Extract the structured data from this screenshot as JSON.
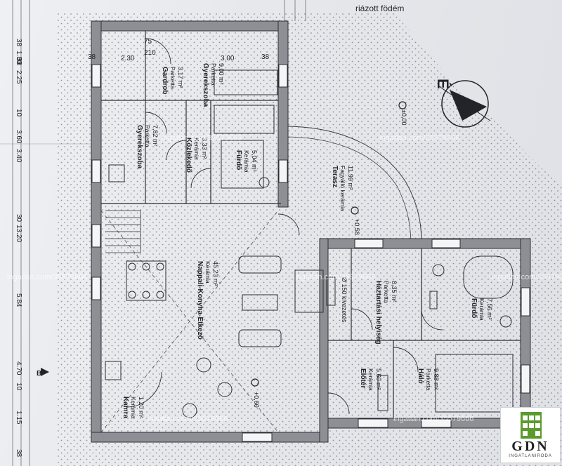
{
  "colors": {
    "wall": "#8e8f95",
    "line": "#3a3b40",
    "text": "#23242a",
    "hatch": "#50525a",
    "brand": "#5b9b2d"
  },
  "header_note": "riázott födém",
  "north_label": "É",
  "level_terrace": "±0,00",
  "level_step": "+0,58",
  "level_floor": "+0,60",
  "section_mark": "B",
  "watermark": "ingatlan.com/35579666",
  "rooms": [
    {
      "name": "Gardrob",
      "floor": "Parketta",
      "area": "3,17 m²"
    },
    {
      "name": "Gyerekszoba",
      "floor": "Parketta",
      "area": "9,00 m²"
    },
    {
      "name": "Gyerekszoba",
      "floor": "Parketta",
      "area": "7,82 m²"
    },
    {
      "name": "Közlekedő",
      "floor": "Kerámia",
      "area": "3,33 m²"
    },
    {
      "name": "Fürdő",
      "floor": "Kerámia",
      "area": "5,04 m²"
    },
    {
      "name": "Terasz",
      "floor": "Fagyálló kerámia",
      "area": "11,99 m²"
    },
    {
      "name": "Nappali-Konyha-Étkező",
      "floor": "Kerámia",
      "area": "45,23 m²"
    },
    {
      "name": "Háztartási helyiség",
      "floor": "Parketta",
      "area": "8,35 m²"
    },
    {
      "name": "Fürdő",
      "floor": "Kerámia",
      "area": "7,56 m²"
    },
    {
      "name": "Előtér",
      "floor": "Kerámia",
      "area": "5,60 m²"
    },
    {
      "name": "Háló",
      "floor": "Parketta",
      "area": "9,88 m²"
    },
    {
      "name": "Kamra",
      "floor": "Kerámia",
      "area": "1,20 m²"
    }
  ],
  "flue_note": "Ø 150 kivezetés",
  "dims_left": [
    "38",
    "1.80",
    "38",
    "2.25",
    "10",
    "3.60",
    "3.40",
    "30",
    "13.20",
    "5.84",
    "4.70",
    "10",
    "1.15",
    "38"
  ],
  "dims_top": [
    "75",
    "210",
    "38",
    "2.30",
    "3.00",
    "38"
  ],
  "logo": {
    "name": "GDN",
    "sub": "INGATLANIRODA"
  }
}
